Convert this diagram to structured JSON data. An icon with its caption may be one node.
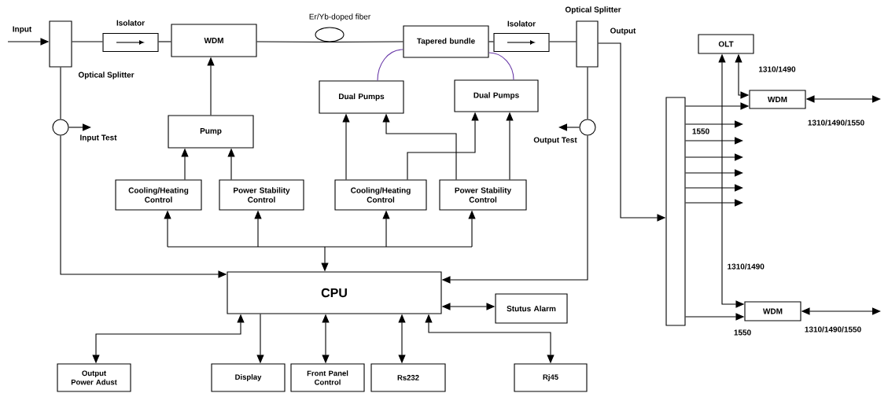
{
  "diagram": {
    "nodes": [
      {
        "text": [],
        "shape": "box",
        "beside": [
          "Optical Splitter"
        ]
      },
      {
        "text": [
          "Isolator"
        ]
      },
      {
        "text": [
          "WDM"
        ]
      },
      {
        "text": [
          "Er/Yb-doped fiber"
        ]
      },
      {
        "text": [
          "Tapered bundle"
        ]
      },
      {
        "text": [
          "Isolator"
        ]
      },
      {
        "text": [],
        "shape": "box",
        "beside": [
          "Optical Splitter"
        ]
      },
      {
        "text": [
          "Dual Pumps"
        ]
      },
      {
        "text": [
          "Dual Pumps"
        ]
      },
      {
        "text": [
          "Pump"
        ]
      },
      {
        "text": [],
        "shape": "circle"
      },
      {
        "text": [],
        "shape": "circle"
      },
      {
        "text": [
          "Cooling/Heating Control"
        ]
      },
      {
        "text": [
          "Power Stability Control"
        ]
      },
      {
        "text": [
          "Cooling/Heating Control"
        ]
      },
      {
        "text": [
          "Power Stability Control"
        ]
      },
      {
        "text": [
          "CPU"
        ]
      },
      {
        "text": [
          "Stutus Alarm"
        ]
      },
      {
        "text": [
          "Output Power Adust"
        ]
      },
      {
        "text": [
          "Display"
        ]
      },
      {
        "text": [
          "Front Panel Control"
        ]
      },
      {
        "text": [
          "Rs232"
        ]
      },
      {
        "text": [
          "Rj45"
        ]
      },
      {
        "text": [],
        "shape": "bar"
      },
      {
        "text": [
          "OLT"
        ]
      },
      {
        "text": [
          "WDM"
        ]
      },
      {
        "text": [
          "WDM"
        ]
      }
    ],
    "edges": [
      {
        "from": null,
        "to": 0,
        "arrow": "to",
        "label": "Input"
      },
      {
        "from": 0,
        "to": 1,
        "arrow": "none"
      },
      {
        "from": 1,
        "to": 2,
        "arrow": "none"
      },
      {
        "from": 2,
        "to": 3,
        "arrow": "none"
      },
      {
        "from": 3,
        "to": 4,
        "arrow": "none"
      },
      {
        "from": 4,
        "to": 5,
        "arrow": "none"
      },
      {
        "from": 5,
        "to": 6,
        "arrow": "none"
      },
      {
        "from": 9,
        "to": 2,
        "arrow": "to"
      },
      {
        "from": 7,
        "to": 4,
        "arrow": "none",
        "color": "#6a3aa8"
      },
      {
        "from": 8,
        "to": 4,
        "arrow": "none",
        "color": "#6a3aa8"
      },
      {
        "from": 12,
        "to": 9,
        "arrow": "to"
      },
      {
        "from": 13,
        "to": 9,
        "arrow": "to"
      },
      {
        "from": 14,
        "to": 7,
        "arrow": "to"
      },
      {
        "from": 14,
        "to": 8,
        "arrow": "to"
      },
      {
        "from": 15,
        "to": 7,
        "arrow": "to"
      },
      {
        "from": 15,
        "to": 8,
        "arrow": "to"
      },
      {
        "from": 0,
        "to": 10,
        "arrow": "none"
      },
      {
        "from": 10,
        "to": null,
        "arrow": "to",
        "label": "Input Test"
      },
      {
        "from": 10,
        "to": 16,
        "arrow": "to"
      },
      {
        "from": 6,
        "to": 11,
        "arrow": "none"
      },
      {
        "from": 11,
        "to": null,
        "arrow": "to",
        "label": "Output Test"
      },
      {
        "from": 11,
        "to": 16,
        "arrow": "to"
      },
      {
        "from": 16,
        "to": 12,
        "arrow": "both"
      },
      {
        "from": 16,
        "to": 13,
        "arrow": "both"
      },
      {
        "from": 16,
        "to": 14,
        "arrow": "both"
      },
      {
        "from": 16,
        "to": 15,
        "arrow": "both"
      },
      {
        "from": 16,
        "to": 17,
        "arrow": "both"
      },
      {
        "from": 16,
        "to": 18,
        "arrow": "both"
      },
      {
        "from": 16,
        "to": 19,
        "arrow": "to"
      },
      {
        "from": 16,
        "to": 20,
        "arrow": "both"
      },
      {
        "from": 16,
        "to": 21,
        "arrow": "both"
      },
      {
        "from": 16,
        "to": 22,
        "arrow": "both"
      },
      {
        "from": 6,
        "to": 23,
        "arrow": "to",
        "label": "Output"
      },
      {
        "from": 24,
        "to": 25,
        "arrow": "both",
        "label": "1310/1490"
      },
      {
        "from": 23,
        "to": 25,
        "arrow": "to"
      },
      {
        "from": 23,
        "to": null,
        "arrow": "to"
      },
      {
        "from": 23,
        "to": null,
        "arrow": "to"
      },
      {
        "from": 23,
        "to": null,
        "arrow": "to"
      },
      {
        "from": 23,
        "to": null,
        "arrow": "to"
      },
      {
        "from": 23,
        "to": null,
        "arrow": "to"
      },
      {
        "from": 23,
        "to": null,
        "arrow": "to"
      },
      {
        "from": 24,
        "to": 26,
        "arrow": "both",
        "label": "1310/1490"
      },
      {
        "from": 23,
        "to": 26,
        "arrow": "to"
      },
      {
        "from": 25,
        "to": null,
        "arrow": "both",
        "label": "1310/1490/1550"
      },
      {
        "from": 26,
        "to": null,
        "arrow": "both",
        "label": "1310/1490/1550"
      }
    ],
    "labels": [
      "1550",
      "1550"
    ]
  }
}
